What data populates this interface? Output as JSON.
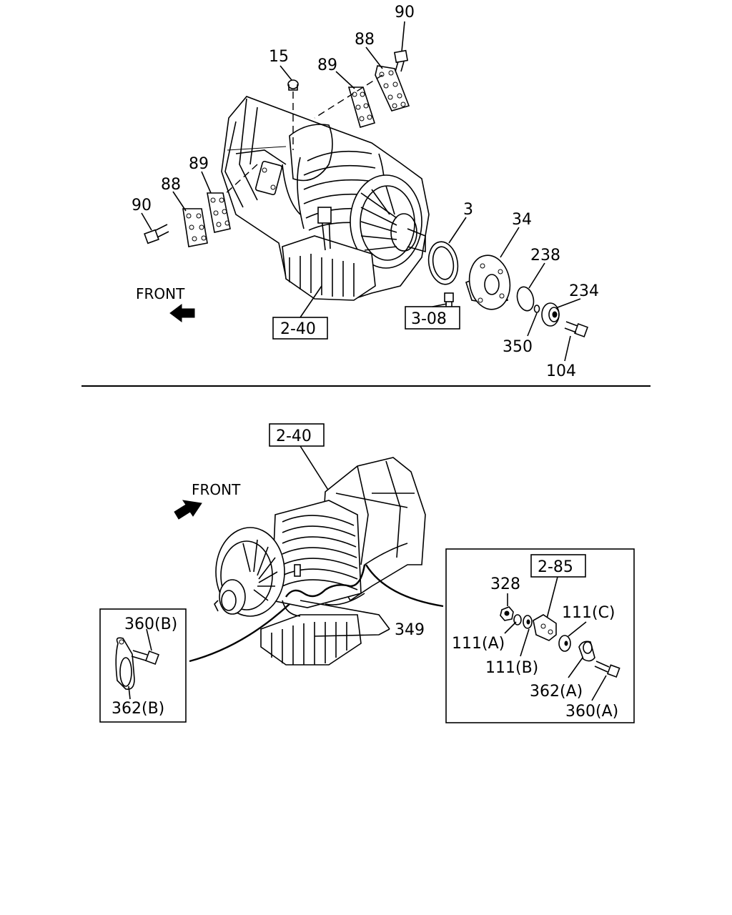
{
  "top_diagram": {
    "front_label": "FRONT",
    "ref_2_40": "2-40",
    "ref_3_08": "3-08",
    "callouts": {
      "p90_top": "90",
      "p88_top": "88",
      "p15": "15",
      "p89_top": "89",
      "p89_left": "89",
      "p88_left": "88",
      "p90_left": "90",
      "p3": "3",
      "p34": "34",
      "p238": "238",
      "p234": "234",
      "p350": "350",
      "p104": "104"
    }
  },
  "bottom_diagram": {
    "front_label": "FRONT",
    "ref_2_40": "2-40",
    "ref_2_85": "2-85",
    "callouts": {
      "p349": "349",
      "p328": "328",
      "p111c": "111(C)",
      "p111a": "111(A)",
      "p111b": "111(B)",
      "p362a": "362(A)",
      "p360a": "360(A)",
      "p360b": "360(B)",
      "p362b": "362(B)"
    }
  }
}
